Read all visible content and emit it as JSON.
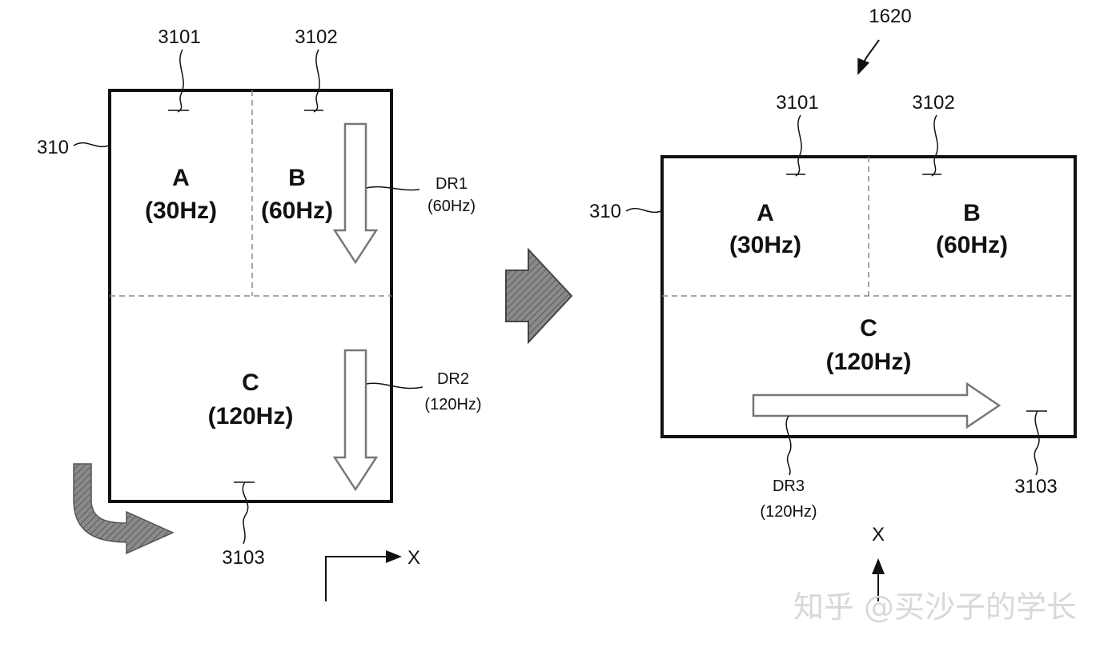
{
  "figure_number": "1620",
  "watermark": "知乎 @买沙子的学长",
  "left_panel": {
    "display_ref": "310",
    "region_refs": {
      "a": "3101",
      "b": "3102",
      "c": "3103"
    },
    "regions": {
      "a": {
        "name": "A",
        "freq": "(30Hz)"
      },
      "b": {
        "name": "B",
        "freq": "(60Hz)"
      },
      "c": {
        "name": "C",
        "freq": "(120Hz)"
      }
    },
    "dr1": {
      "name": "DR1",
      "freq": "(60Hz)"
    },
    "dr2": {
      "name": "DR2",
      "freq": "(120Hz)"
    },
    "axis_label": "X"
  },
  "right_panel": {
    "display_ref": "310",
    "region_refs": {
      "a": "3101",
      "b": "3102",
      "c": "3103"
    },
    "regions": {
      "a": {
        "name": "A",
        "freq": "(30Hz)"
      },
      "b": {
        "name": "B",
        "freq": "(60Hz)"
      },
      "c": {
        "name": "C",
        "freq": "(120Hz)"
      }
    },
    "dr3": {
      "name": "DR3",
      "freq": "(120Hz)"
    },
    "axis_label": "X"
  }
}
